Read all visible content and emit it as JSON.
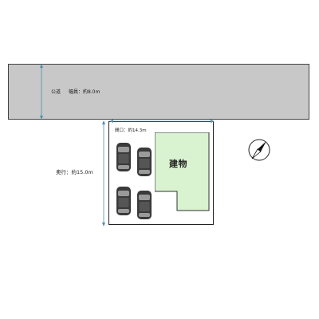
{
  "road": {
    "label": "公道",
    "width_label": "幅員：約8.0m",
    "color": "#c8c8c8"
  },
  "lot": {
    "width_label": "間口：約14.3m",
    "depth_label": "奥行：約15.0m"
  },
  "building": {
    "label": "建物",
    "color": "#d9f2d0"
  },
  "parking": {
    "cars": 4
  },
  "colors": {
    "dimension_line": "#4f8fb0",
    "outline": "#222222"
  },
  "icons": {
    "compass": "north-arrow-icon",
    "car": "car-icon"
  }
}
